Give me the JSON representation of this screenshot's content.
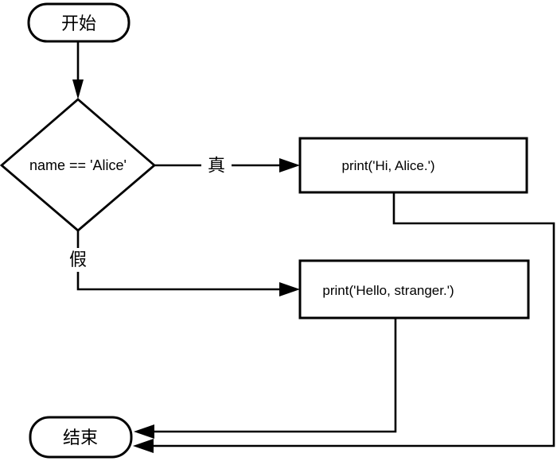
{
  "diagram": {
    "type": "flowchart",
    "colors": {
      "background": "#ffffff",
      "stroke": "#000000",
      "text": "#000000"
    },
    "nodes": {
      "start": {
        "shape": "terminator",
        "label": "开始"
      },
      "decision": {
        "shape": "diamond",
        "label": "name == 'Alice'"
      },
      "process_true": {
        "shape": "process",
        "label": "print('Hi, Alice.')"
      },
      "process_false": {
        "shape": "process",
        "label": "print('Hello, stranger.')"
      },
      "end": {
        "shape": "terminator",
        "label": "结束"
      }
    },
    "edges": {
      "start_to_decision": {
        "from": "start",
        "to": "decision",
        "label": ""
      },
      "decision_true": {
        "from": "decision",
        "to": "process_true",
        "label": "真"
      },
      "decision_false": {
        "from": "decision",
        "to": "process_false",
        "label": "假"
      },
      "process_true_to_end": {
        "from": "process_true",
        "to": "end",
        "label": ""
      },
      "process_false_to_end": {
        "from": "process_false",
        "to": "end",
        "label": ""
      }
    }
  }
}
